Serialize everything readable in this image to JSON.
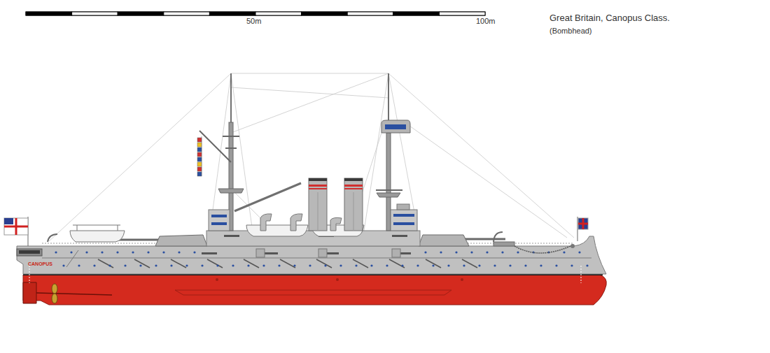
{
  "diagram": {
    "title": "Great Britain, Canopus Class.",
    "labels": [
      "(Bombhead)",
      "50m",
      "100m",
      "CANOPUS"
    ]
  }
}
